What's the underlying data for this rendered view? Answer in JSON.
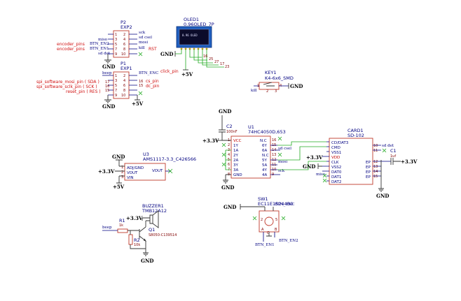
{
  "p2": {
    "ref": "P2",
    "value": "EXP2",
    "left_labels": [
      "miso",
      "BTN_EN2",
      "BTN_EN1",
      "sd det"
    ],
    "right_labels": [
      "sck",
      "sd csel",
      "mosi",
      "kill"
    ],
    "left_pins": [
      "1",
      "3",
      "5",
      "7",
      "9"
    ],
    "right_pins": [
      "2",
      "4",
      "6",
      "8",
      "10"
    ],
    "red_left": [
      "encoder_pins",
      "encoder_pins"
    ],
    "red_right": "RST",
    "gnd": "GND"
  },
  "p1": {
    "ref": "P1",
    "value": "EXP1",
    "left_labels": [
      "beep"
    ],
    "right_labels": [
      "BTN_ENC"
    ],
    "left_pins": [
      "1",
      "3",
      "5",
      "7",
      "9"
    ],
    "right_pins": [
      "2",
      "4",
      "6",
      "8",
      "10"
    ],
    "left_nums": [
      "17",
      "16",
      "15"
    ],
    "right_nums": [
      "16",
      "15"
    ],
    "red_right": [
      "click_pin",
      "cs_pin",
      "dc_pin"
    ],
    "red_left": [
      "spi_software_mosi_pin ( SDA )",
      "spi_software_sclk_pin ( SCK )",
      "reset_pin ( RES )"
    ],
    "gnd": "GND",
    "vcc": "+5V"
  },
  "oled": {
    "ref": "OLED1",
    "value": "0.96OLED_7P",
    "screen_text": "0.96 OLED",
    "pin_nums": [
      "16",
      "25",
      "27",
      "17",
      "23"
    ],
    "gnd": "GND",
    "vcc": "+5V"
  },
  "key1": {
    "ref": "KEY1",
    "value": "K4-6x6_SMD",
    "net": "kill",
    "pins": [
      "1",
      "2",
      "3",
      "4"
    ],
    "gnd": "GND"
  },
  "u1": {
    "ref": "U1",
    "value": "74HC4050D,653",
    "left_pins": [
      "VCC",
      "1Y",
      "1A",
      "2Y",
      "2A",
      "3Y",
      "3A",
      "GND"
    ],
    "right_pins": [
      "N.C",
      "6Y",
      "6A",
      "5Y",
      "5A",
      "N.C",
      "4Y",
      "4A"
    ],
    "left_nums": [
      "1",
      "2",
      "3",
      "4",
      "5",
      "6",
      "7",
      "8"
    ],
    "right_nums": [
      "16",
      "15",
      "14",
      "13",
      "12",
      "11",
      "10",
      "9"
    ],
    "right_nets": [
      "sd csel",
      "mosi",
      "sck"
    ],
    "c2_ref": "C2",
    "c2_val": "100nF",
    "gnd": "GND",
    "vcc": "+3.3V"
  },
  "card1": {
    "ref": "CARD1",
    "value": "SD-102",
    "left_pins": [
      "CD/DAT3",
      "CMD",
      "VSS1",
      "VDD",
      "CLK",
      "VSS2",
      "DAT0",
      "DAT1",
      "DAT2"
    ],
    "right_pins": [
      "sd det",
      "",
      "",
      "EP",
      "EP",
      "EP",
      "EP"
    ],
    "right_nums": [
      "10",
      "11",
      "12",
      "13",
      "14",
      "15"
    ],
    "c1_ref": "C1",
    "c1_val": "1uf",
    "miso": "miso",
    "gnd": "GND",
    "vcc": "+3.3V"
  },
  "u3": {
    "ref": "U3",
    "value": "AMS1117-3.3_C426566",
    "pins": [
      "ADJ/GND",
      "VOUT",
      "VIN"
    ],
    "right_pin": "VOUT",
    "pin_nums": [
      "1",
      "2",
      "3"
    ],
    "gnd": "GND",
    "vcc_in": "+5V",
    "vcc_out": "+3.3V"
  },
  "buzzer": {
    "ref": "BUZZER1",
    "value": "TMB12A12",
    "r1_ref": "R1",
    "r1_val": "1k",
    "r2_ref": "R2",
    "r2_val": "10k",
    "q1_ref": "Q1",
    "q1_val": "S8050-C139514",
    "net": "beep",
    "gnd": "GND",
    "vcc": "+3.3V"
  },
  "sw1": {
    "ref": "SW1",
    "value": "EC11E15244B0",
    "net_enc": "BTN_ENC",
    "net_en1": "BTN_EN1",
    "net_en2": "BTN_EN2",
    "pins": [
      "2",
      "5",
      "A",
      "B",
      "C"
    ],
    "gnd": "GND"
  }
}
